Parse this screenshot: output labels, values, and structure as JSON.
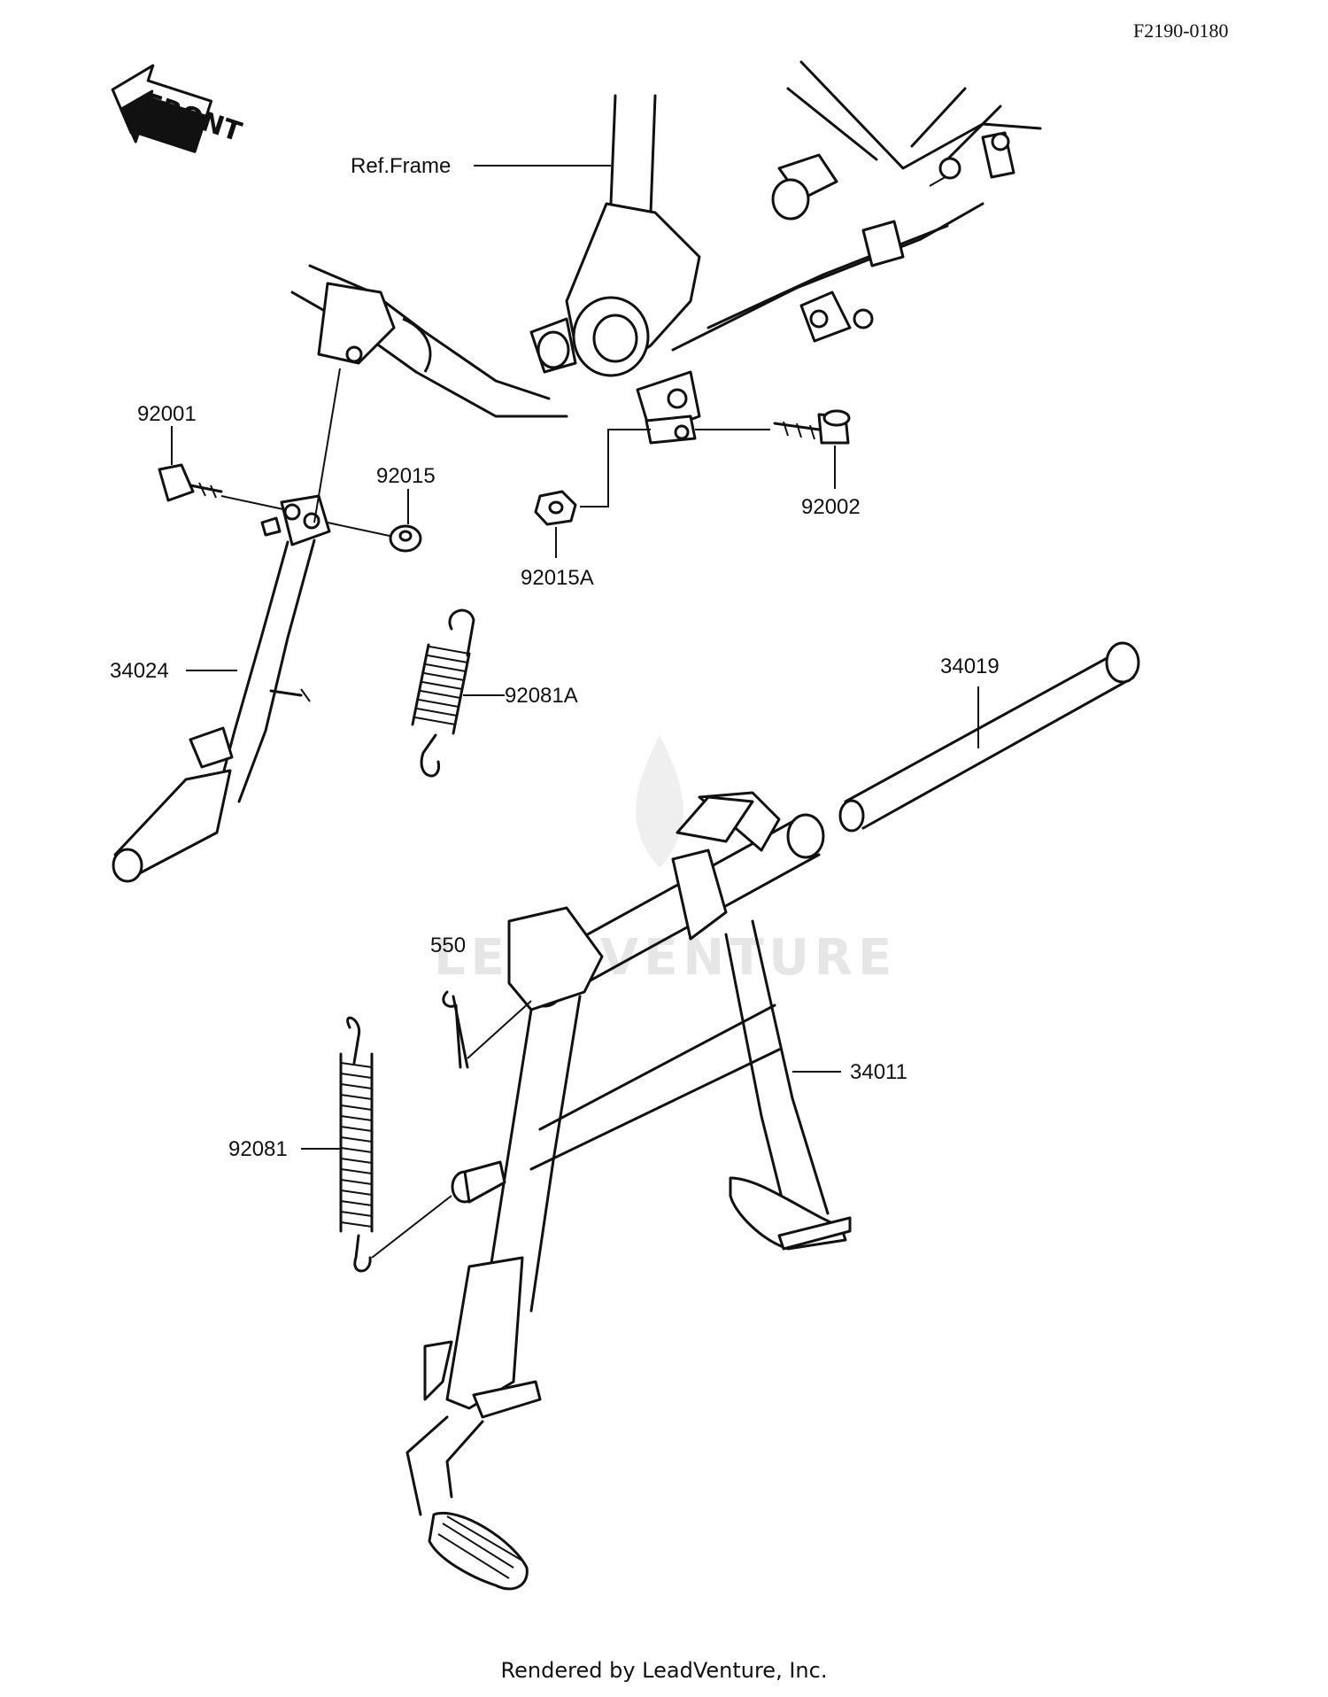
{
  "diagram_code": "F2190-0180",
  "front_arrow_label": "FRONT",
  "watermark": "LEADVENTURE",
  "footer": "Rendered by LeadVenture, Inc.",
  "labels": {
    "ref_frame": "Ref.Frame",
    "p92001": "92001",
    "p92015": "92015",
    "p92002": "92002",
    "p92015A": "92015A",
    "p34024": "34024",
    "p92081A": "92081A",
    "p34019": "34019",
    "p550": "550",
    "p34011": "34011",
    "p92081": "92081"
  }
}
